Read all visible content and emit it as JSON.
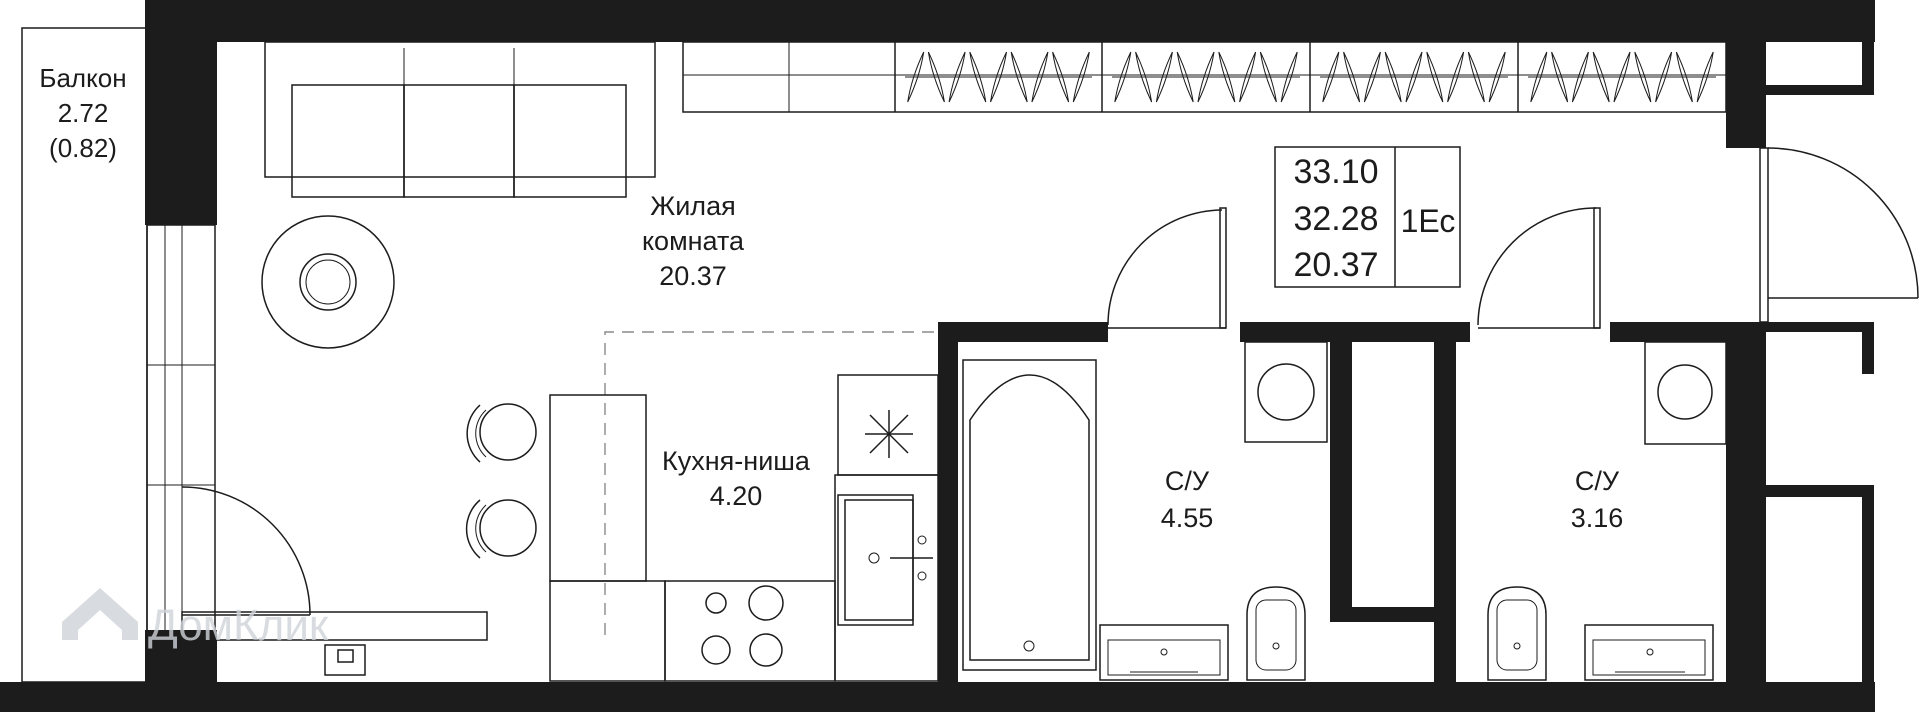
{
  "watermark": {
    "text": "ДомКлик"
  },
  "area_box": {
    "total": "33.10",
    "living_sum": "32.28",
    "living": "20.37",
    "type_code": "1Ес"
  },
  "rooms": {
    "balcony": {
      "name": "Балкон",
      "area": "2.72",
      "area_reduced": "(0.82)"
    },
    "living_room": {
      "name_line1": "Жилая",
      "name_line2": "комната",
      "area": "20.37"
    },
    "kitchen": {
      "name": "Кухня-ниша",
      "area": "4.20"
    },
    "bathroom_1": {
      "name": "С/У",
      "area": "4.55"
    },
    "bathroom_2": {
      "name": "С/У",
      "area": "3.16"
    }
  }
}
